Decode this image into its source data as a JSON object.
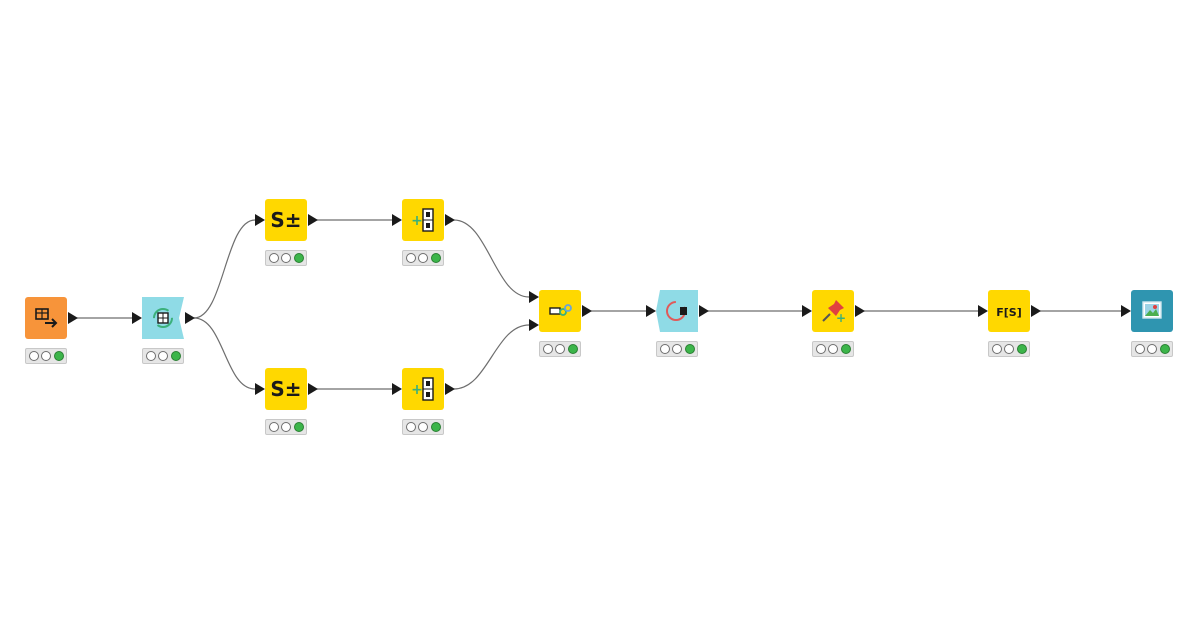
{
  "colors": {
    "reader": "#f7943a",
    "loop": "#8fdbe6",
    "manipulator": "#ffd800",
    "visualizer": "#2f95b0",
    "led_on": "#3cb54a",
    "edge": "#6e6e6e",
    "port": "#1a1a1a"
  },
  "nodes": [
    {
      "id": "n1",
      "kind": "reader",
      "icon": "table-reader-icon",
      "glyph": "",
      "leds": [
        "off",
        "off",
        "on"
      ]
    },
    {
      "id": "n2",
      "kind": "loop-start",
      "icon": "loop-start-icon",
      "glyph": "",
      "leds": [
        "off",
        "off",
        "on"
      ]
    },
    {
      "id": "n3",
      "kind": "manipulator",
      "icon": "string-manipulation-icon",
      "glyph": "S±",
      "leds": [
        "off",
        "off",
        "on"
      ]
    },
    {
      "id": "n4",
      "kind": "manipulator",
      "icon": "add-column-icon",
      "glyph": "",
      "leds": [
        "off",
        "off",
        "on"
      ]
    },
    {
      "id": "n5",
      "kind": "manipulator",
      "icon": "string-manipulation-icon",
      "glyph": "S±",
      "leds": [
        "off",
        "off",
        "on"
      ]
    },
    {
      "id": "n6",
      "kind": "manipulator",
      "icon": "add-column-icon",
      "glyph": "",
      "leds": [
        "off",
        "off",
        "on"
      ]
    },
    {
      "id": "n7",
      "kind": "manipulator",
      "icon": "joiner-icon",
      "glyph": "",
      "leds": [
        "off",
        "off",
        "on"
      ]
    },
    {
      "id": "n8",
      "kind": "loop-end",
      "icon": "loop-end-icon",
      "glyph": "",
      "leds": [
        "off",
        "off",
        "on"
      ]
    },
    {
      "id": "n9",
      "kind": "manipulator",
      "icon": "pin-add-icon",
      "glyph": "",
      "leds": [
        "off",
        "off",
        "on"
      ]
    },
    {
      "id": "n10",
      "kind": "manipulator",
      "icon": "formula-icon",
      "glyph": "F[S]",
      "leds": [
        "off",
        "off",
        "on"
      ]
    },
    {
      "id": "n11",
      "kind": "visualizer",
      "icon": "image-viewer-icon",
      "glyph": "",
      "leds": [
        "off",
        "off",
        "on"
      ]
    }
  ],
  "edges": [
    {
      "from": "n1",
      "to": "n2"
    },
    {
      "from": "n2",
      "to": "n3"
    },
    {
      "from": "n2",
      "to": "n5"
    },
    {
      "from": "n3",
      "to": "n4"
    },
    {
      "from": "n5",
      "to": "n6"
    },
    {
      "from": "n4",
      "to": "n7",
      "port": 0
    },
    {
      "from": "n6",
      "to": "n7",
      "port": 1
    },
    {
      "from": "n7",
      "to": "n8"
    },
    {
      "from": "n8",
      "to": "n9"
    },
    {
      "from": "n9",
      "to": "n10"
    },
    {
      "from": "n10",
      "to": "n11"
    }
  ]
}
